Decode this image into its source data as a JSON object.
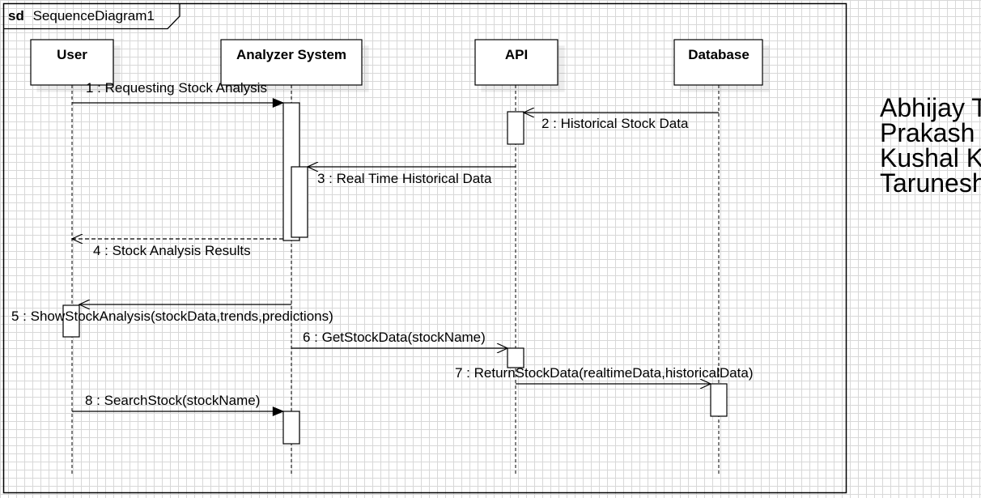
{
  "frame": {
    "keyword": "sd",
    "name": "SequenceDiagram1"
  },
  "participants": [
    {
      "id": "user",
      "name": "User"
    },
    {
      "id": "analyzer",
      "name": "Analyzer System"
    },
    {
      "id": "api",
      "name": "API"
    },
    {
      "id": "database",
      "name": "Database"
    }
  ],
  "messages": [
    {
      "id": "m1",
      "label": "1 : Requesting Stock Analysis",
      "from": "user",
      "to": "analyzer",
      "kind": "sync"
    },
    {
      "id": "m2",
      "label": "2 : Historical Stock Data",
      "from": "database",
      "to": "api",
      "kind": "async"
    },
    {
      "id": "m3",
      "label": "3 : Real Time Historical Data",
      "from": "api",
      "to": "analyzer",
      "kind": "async"
    },
    {
      "id": "m4",
      "label": "4 : Stock Analysis Results",
      "from": "analyzer",
      "to": "user",
      "kind": "return"
    },
    {
      "id": "m5",
      "label": "5 : ShowStockAnalysis(stockData,trends,predictions)",
      "from": "analyzer",
      "to": "user",
      "kind": "async"
    },
    {
      "id": "m6",
      "label": "6 : GetStockData(stockName)",
      "from": "analyzer",
      "to": "api",
      "kind": "async"
    },
    {
      "id": "m7",
      "label": "7 : ReturnStockData(realtimeData,historicalData)",
      "from": "api",
      "to": "database",
      "kind": "async"
    },
    {
      "id": "m8",
      "label": "8 : SearchStock(stockName)",
      "from": "user",
      "to": "analyzer",
      "kind": "sync"
    }
  ],
  "side_text": [
    "Abhijay T",
    "Prakash",
    "Kushal K",
    "Tarunesh"
  ]
}
